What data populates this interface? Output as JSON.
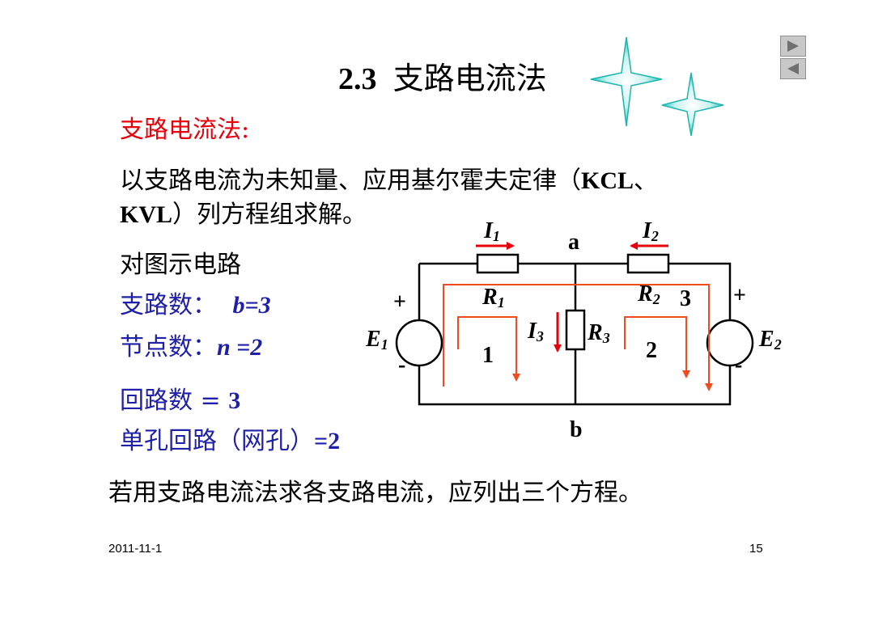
{
  "slide": {
    "title_num": "2.3",
    "title_text": "支路电流法",
    "heading": "支路电流法:",
    "definition_line1_a": "以支路电流为未知量、应用基尔霍夫定律（",
    "definition_line1_b": "KCL",
    "definition_line1_c": "、",
    "definition_line2_a": "KVL",
    "definition_line2_b": "）列方程组求解。",
    "for_circuit": "对图示电路",
    "branch_label": "支路数：",
    "branch_value": "b=3",
    "node_label": "节点数：",
    "node_value": "n =2",
    "loop_label": "回路数 =",
    "loop_value": "3",
    "mesh_label": "单孔回路（网孔）",
    "mesh_value": "=2",
    "conclusion": "若用支路电流法求各支路电流，应列出三个方程。",
    "date": "2011-11-1",
    "page_number": "15"
  },
  "circuit": {
    "node_a": "a",
    "node_b": "b",
    "I1": "I",
    "I1_sub": "1",
    "I2": "I",
    "I2_sub": "2",
    "I3": "I",
    "I3_sub": "3",
    "R1": "R",
    "R1_sub": "1",
    "R2": "R",
    "R2_sub": "2",
    "R3": "R",
    "R3_sub": "3",
    "E1": "E",
    "E1_sub": "1",
    "E2": "E",
    "E2_sub": "2",
    "loop1": "1",
    "loop2": "2",
    "loop3": "3",
    "plus": "+",
    "minus": "-"
  },
  "nav": {
    "next_icon": "play-forward-icon",
    "prev_icon": "play-back-icon"
  },
  "colors": {
    "red": "#e8000a",
    "blue": "#1f1fa8",
    "loop_orange": "#f04a1e",
    "star": "#29c7c0"
  }
}
